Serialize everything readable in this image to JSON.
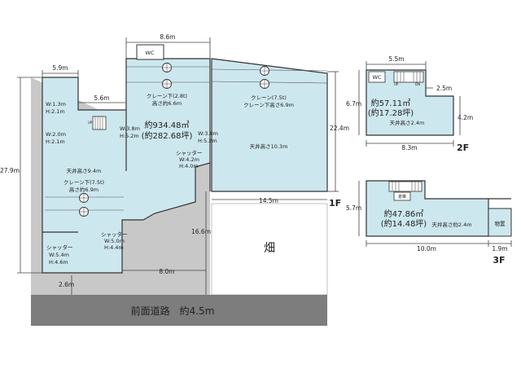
{
  "floor1": {
    "floor_label": "1F",
    "area_sqm": "約934.48㎡",
    "area_tsubo": "(約282.68坪)",
    "wc": "WC",
    "up": "UP",
    "crane_a_line1": "クレーン下(2.8t)",
    "crane_a_line2": "高さ約6.6m",
    "crane_b_line1": "クレーン(7.5t)",
    "crane_b_line2": "クレーン下高さ6.9m",
    "crane_c_line1": "クレーン下(7.5t)",
    "crane_c_line2": "高さ約6.9m",
    "ceiling_left": "天井高さ9.4m",
    "ceiling_right": "天井高さ10.3m",
    "opening_left_w": "W:1.3m",
    "opening_left_h": "H:2.1m",
    "opening_mid_w": "W:2.0m",
    "opening_mid_h": "H:2.1m",
    "opening_a_w": "W:3.8m",
    "opening_a_h": "H:5.2m",
    "opening_b_w": "W:3.8m",
    "opening_b_h": "H:5.2m",
    "shutter_label": "シャッター",
    "shutter_a_w": "W:4.2m",
    "shutter_a_h": "H:4.0m",
    "shutter_b_w": "W:5.0m",
    "shutter_b_h": "H:4.4m",
    "shutter_c_w": "W:5.4m",
    "shutter_c_h": "H:4.6m",
    "dim_86": "8.6m",
    "dim_59": "5.9m",
    "dim_56": "5.6m",
    "dim_224": "22.4m",
    "dim_279": "27.9m",
    "dim_145": "14.5m",
    "dim_166": "16.6m",
    "dim_80": "8.0m",
    "dim_26": "2.6m",
    "field": "畑",
    "road": "前面道路　約4.5m"
  },
  "floor2": {
    "floor_label": "2F",
    "area_sqm": "約57.11㎡",
    "area_tsubo": "(約17.28坪)",
    "ceiling": "天井高さ2.4m",
    "wc": "WC",
    "up": "UP",
    "dn": "DN",
    "dim_55": "5.5m",
    "dim_25": "2.5m",
    "dim_67": "6.7m",
    "dim_42": "4.2m",
    "dim_83": "8.3m"
  },
  "floor3": {
    "floor_label": "3F",
    "area_sqm": "約47.86㎡",
    "area_tsubo": "(約14.48坪)",
    "ceiling": "天井高さ約2.4m",
    "storage": "物置",
    "small_room": "倉庫",
    "dim_57": "5.7m",
    "dim_100": "10.0m",
    "dim_19": "1.9m"
  },
  "colors": {
    "room_fill": "#cde7ee",
    "gray_area": "#c8c8c8",
    "road_fill": "#7d7d7d",
    "field_fill": "#ffffff"
  }
}
